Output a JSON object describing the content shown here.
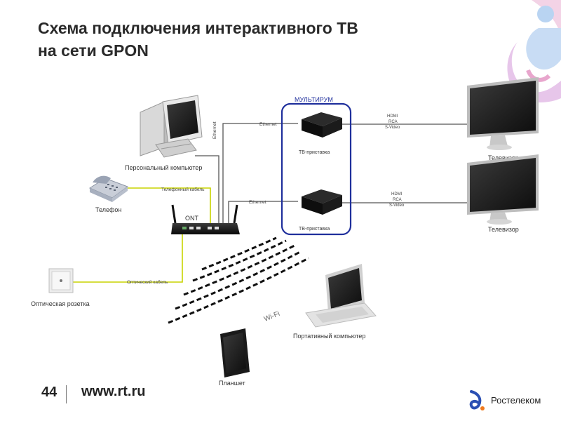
{
  "title": {
    "line1": "Схема подключения интерактивного ТВ",
    "line2": "на сети GPON"
  },
  "diagram": {
    "multiroom_label": "МУЛЬТИРУМ",
    "pc_label": "Персональный компьютер",
    "phone_label": "Телефон",
    "phone_cable_label": "Телефонный кабель",
    "ont_label": "ONT",
    "optical_outlet_label": "Оптическая розетка",
    "optical_cable_label": "Оптический кабель",
    "ethernet_vertical_label": "Ethernet",
    "ethernet_top_label": "Ethernet",
    "ethernet_bottom_label": "Ethernet",
    "stb_top_label": "ТВ-приставка",
    "stb_bottom_label": "ТВ-приставка",
    "av_top": [
      "HDMI",
      "RCA",
      "S-Video"
    ],
    "av_bottom": [
      "HDMI",
      "RCA",
      "S-Video"
    ],
    "tv_top_label": "Телевизор",
    "tv_bottom_label": "Телевизор",
    "wifi_label": "Wi-Fi",
    "laptop_label": "Портативный компьютер",
    "tablet_label": "Планшет"
  },
  "footer": {
    "page_number": "44",
    "url": "www.rt.ru",
    "brand": "Ростелеком"
  },
  "colors": {
    "cable_dark": "#555555",
    "cable_green": "#c8d400",
    "multiroom_border": "#1f2f9c",
    "brand_blue": "#2a4fb3"
  }
}
